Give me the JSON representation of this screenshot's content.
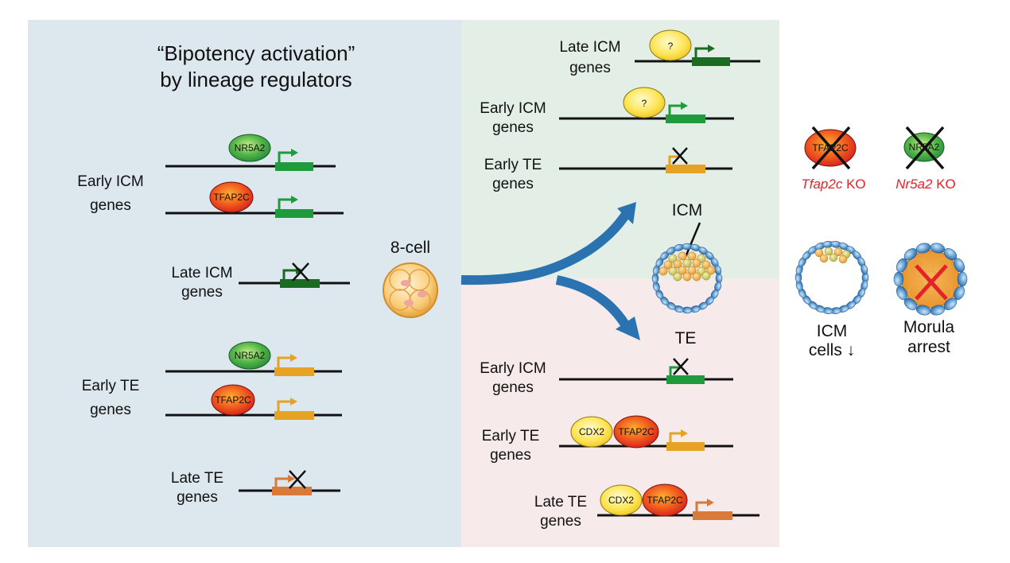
{
  "title": {
    "line1": "“Bipotency activation”",
    "line2": "by lineage regulators"
  },
  "left": {
    "early_icm_label": [
      "Early ICM",
      "genes"
    ],
    "late_icm_label": [
      "Late ICM",
      "genes"
    ],
    "early_te_label": [
      "Early TE",
      "genes"
    ],
    "late_te_label": [
      "Late TE",
      "genes"
    ],
    "tf_nr5a2": "NR5A2",
    "tf_tfap2c": "TFAP2C"
  },
  "center": {
    "eight_cell": "8-cell"
  },
  "icm_branch": {
    "late_icm_label": [
      "Late ICM",
      "genes"
    ],
    "early_icm_label": [
      "Early ICM",
      "genes"
    ],
    "early_te_label": [
      "Early TE",
      "genes"
    ],
    "unknown_factor": "?",
    "icm_label": "ICM"
  },
  "te_branch": {
    "te_label": "TE",
    "early_icm_label": [
      "Early ICM",
      "genes"
    ],
    "early_te_label": [
      "Early TE",
      "genes"
    ],
    "late_te_label": [
      "Late TE",
      "genes"
    ],
    "tf_cdx2": "CDX2",
    "tf_tfap2c": "TFAP2C"
  },
  "knockouts": {
    "tfap2c_ko": {
      "gene": "Tfap2c",
      "suffix": " KO",
      "factor": "TFAP2C"
    },
    "nr5a2_ko": {
      "gene": "Nr5a2",
      "suffix": " KO",
      "factor": "NR5A2"
    },
    "tfap2c_outcome": [
      "ICM",
      "cells ↓"
    ],
    "nr5a2_outcome": [
      "Morula",
      "arrest"
    ]
  },
  "colors": {
    "left_panel": "#dce7ee",
    "icm_panel": "#e3efe6",
    "te_panel": "#f7eaea",
    "arrow": "#2a73b0",
    "icm_gene": "#1f9a3c",
    "late_icm_gene": "#1b6b22",
    "te_gene": "#e6a323",
    "late_te_gene": "#d97a3b",
    "ko_text": "#e4222a"
  }
}
